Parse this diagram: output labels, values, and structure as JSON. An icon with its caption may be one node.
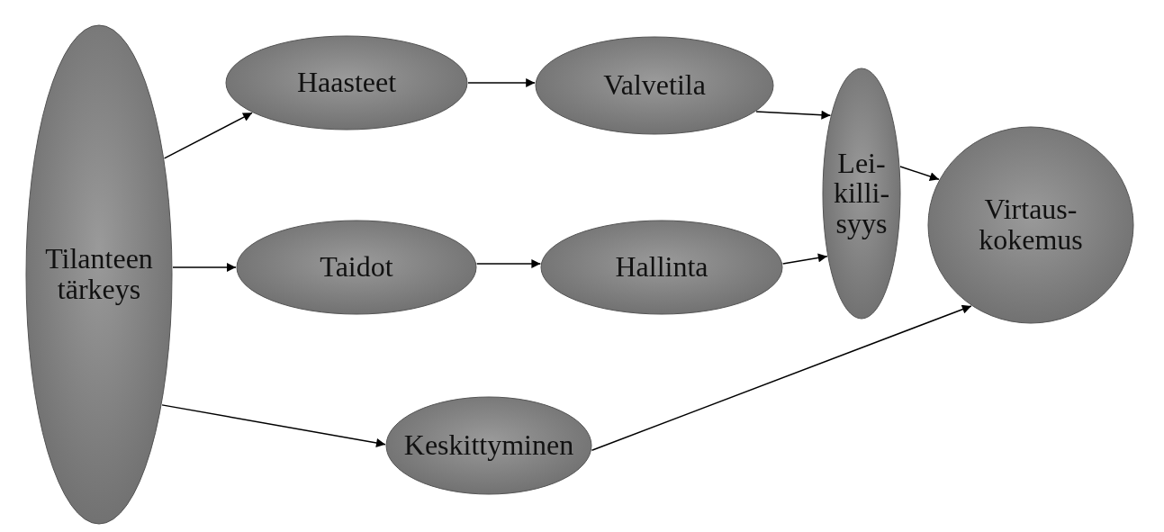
{
  "diagram": {
    "nodes": [
      {
        "text": [
          "Tilanteen tärkeys"
        ]
      },
      {
        "text": [
          "Haasteet"
        ]
      },
      {
        "text": [
          "Valvetila"
        ]
      },
      {
        "text": [
          "Lei- killi- syys"
        ]
      },
      {
        "text": [
          "Virtaus- kokemus"
        ]
      },
      {
        "text": [
          "Taidot"
        ]
      },
      {
        "text": [
          "Hallinta"
        ]
      },
      {
        "text": [
          "Keskittyminen"
        ]
      }
    ],
    "edges": [
      {
        "from": 0,
        "to": 1,
        "arrow": "to"
      },
      {
        "from": 1,
        "to": 2,
        "arrow": "to"
      },
      {
        "from": 2,
        "to": 3,
        "arrow": "to"
      },
      {
        "from": 3,
        "to": 4,
        "arrow": "to"
      },
      {
        "from": 0,
        "to": 5,
        "arrow": "to"
      },
      {
        "from": 5,
        "to": 6,
        "arrow": "to"
      },
      {
        "from": 6,
        "to": 3,
        "arrow": "to"
      },
      {
        "from": 0,
        "to": 7,
        "arrow": "to"
      },
      {
        "from": 7,
        "to": 4,
        "arrow": "to"
      }
    ]
  }
}
